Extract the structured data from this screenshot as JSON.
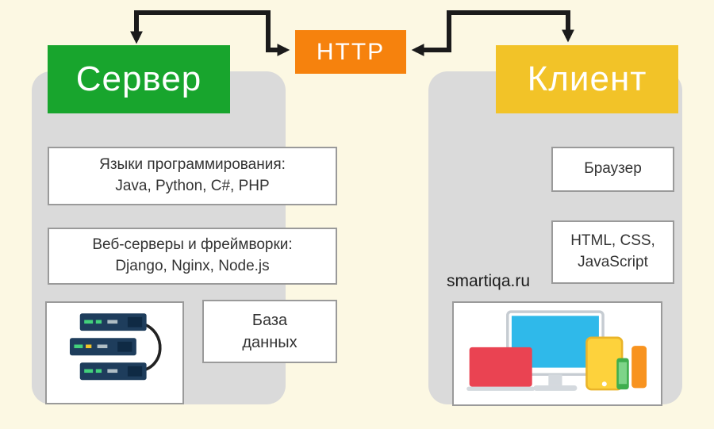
{
  "colors": {
    "background": "#fcf8e3",
    "green": "#18a52d",
    "orange": "#f6820d",
    "yellow": "#f2c328",
    "panel": "#dadada",
    "border": "#9a9a9a",
    "arrow": "#1b1b1b",
    "text": "#333333"
  },
  "http": {
    "label": "HTTP"
  },
  "server": {
    "title": "Сервер",
    "languages": {
      "line1": "Языки программирования:",
      "line2": "Java, Python, C#, PHP"
    },
    "frameworks": {
      "line1": "Веб-серверы и фреймворки:",
      "line2": "Django, Nginx, Node.js"
    },
    "database": {
      "line1": "База",
      "line2": "данных"
    },
    "icon": "server-rack-icon"
  },
  "client": {
    "title": "Клиент",
    "browser": "Браузер",
    "tech": {
      "line1": "HTML, CSS,",
      "line2": "JavaScript"
    },
    "icon": "devices-icon"
  },
  "watermark": "smartiqa.ru"
}
